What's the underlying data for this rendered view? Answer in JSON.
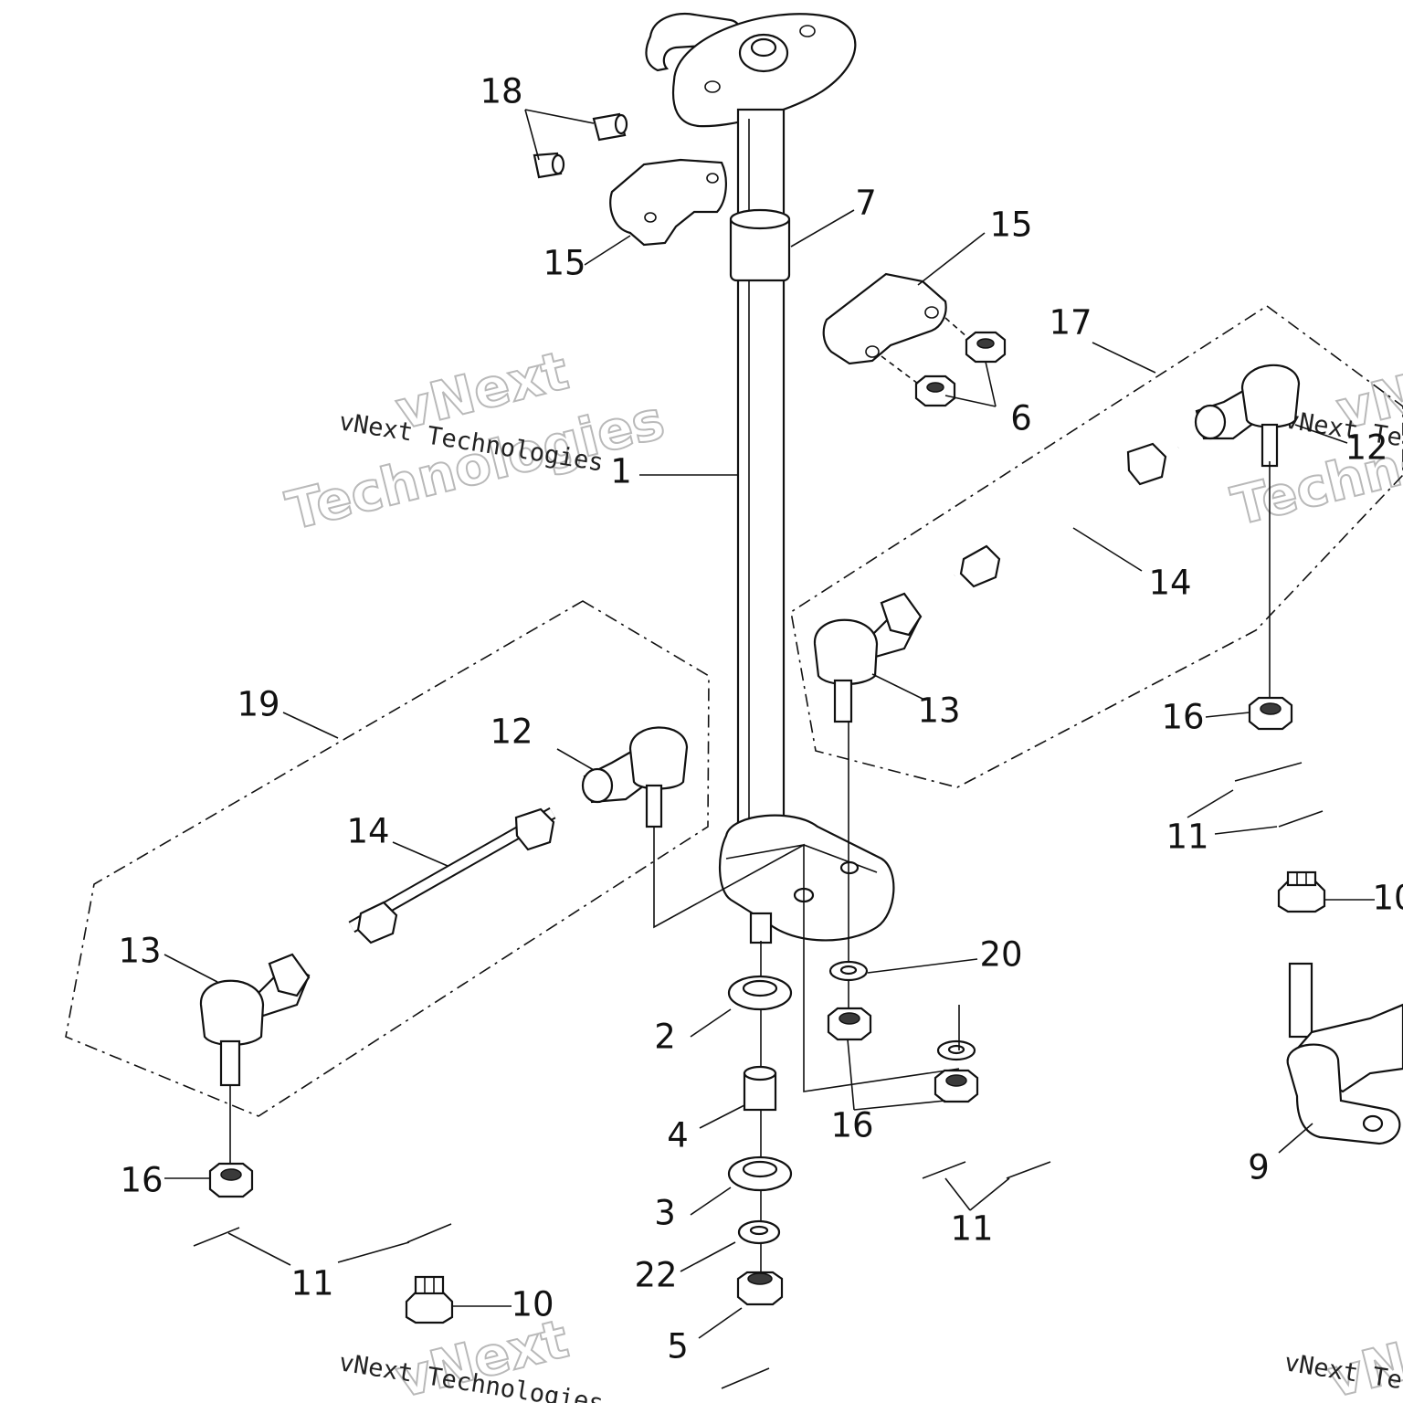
{
  "watermark": {
    "small": "vNext Technologies",
    "big_line1": "vNext",
    "big_line2": "Technologies"
  },
  "callouts": {
    "c1": "1",
    "c2": "2",
    "c3": "3",
    "c4": "4",
    "c5": "5",
    "c6": "6",
    "c7": "7",
    "c9": "9",
    "c10_a": "10",
    "c10_b": "10",
    "c11_a": "11",
    "c11_b": "11",
    "c11_c": "11",
    "c12_a": "12",
    "c12_b": "12",
    "c13_a": "13",
    "c13_b": "13",
    "c14_a": "14",
    "c14_b": "14",
    "c15_a": "15",
    "c15_b": "15",
    "c16_a": "16",
    "c16_b": "16",
    "c16_c": "16",
    "c17": "17",
    "c18": "18",
    "c19": "19",
    "c20": "20",
    "c22": "22"
  }
}
